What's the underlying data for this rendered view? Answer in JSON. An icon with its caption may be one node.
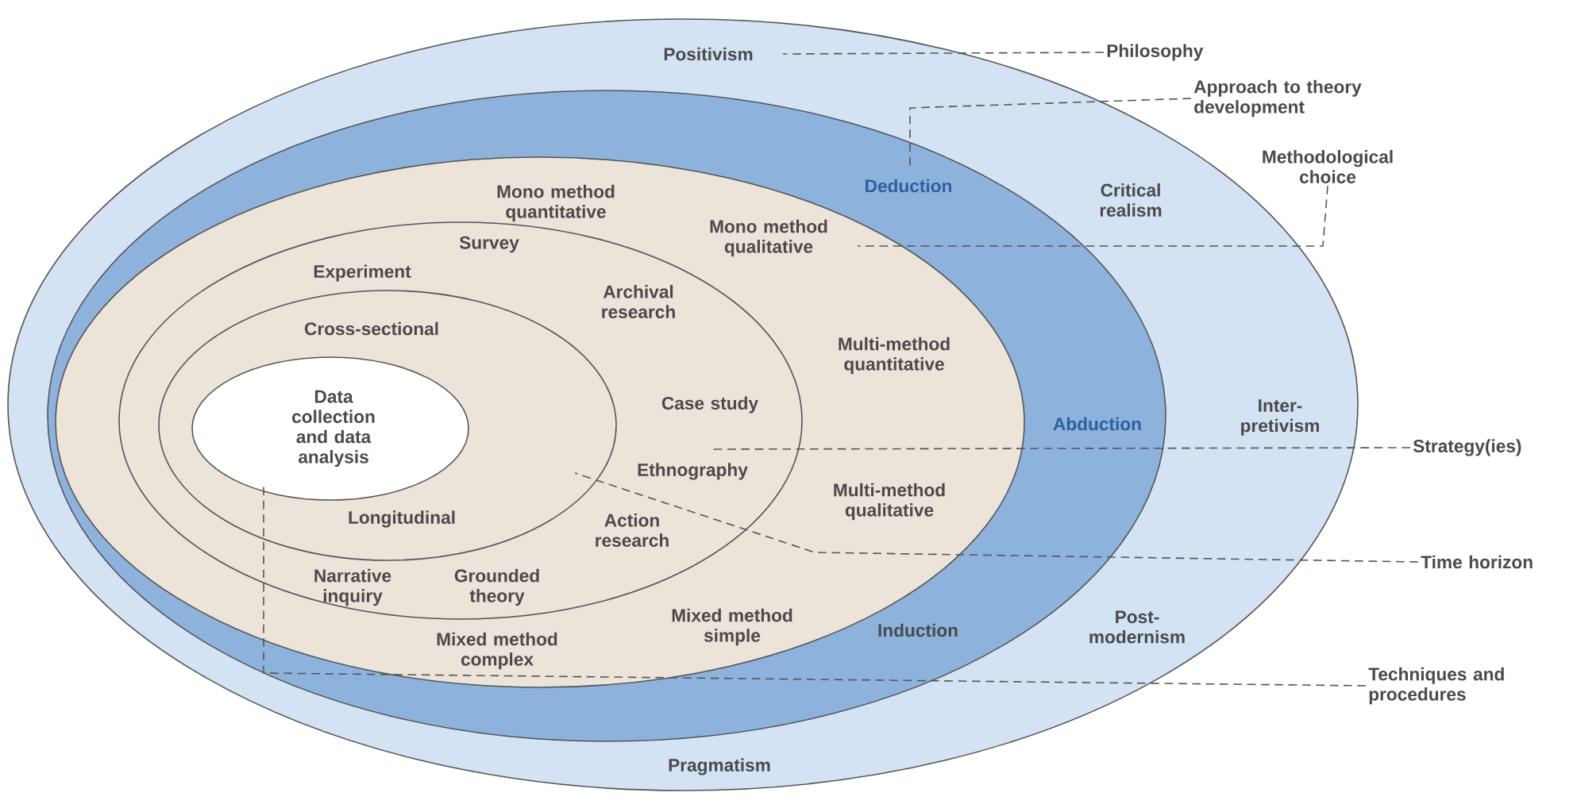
{
  "diagram": {
    "nodes": [
      {
        "text": [
          "Positivism",
          "Critical realism",
          "Inter- pretivism",
          "Post- modernism",
          "Pragmatism"
        ]
      },
      {
        "text": [
          "Deduction",
          "Abduction",
          "Induction"
        ],
        "in": 0
      },
      {
        "text": [
          "Mono method quantitative",
          "Mono method qualitative",
          "Multi-method quantitative",
          "Multi-method qualitative",
          "Mixed method simple",
          "Mixed method complex"
        ],
        "in": 1
      },
      {
        "text": [
          "Survey",
          "Experiment",
          "Archival research",
          "Case study",
          "Ethnography",
          "Action research",
          "Narrative inquiry",
          "Grounded theory"
        ],
        "in": 2
      },
      {
        "text": [
          "Cross-sectional",
          "Longitudinal"
        ],
        "in": 3
      },
      {
        "text": [
          "Data collection and data analysis"
        ],
        "in": 4
      },
      {
        "text": [
          "Philosophy"
        ]
      },
      {
        "text": [
          "Approach to theory development"
        ]
      },
      {
        "text": [
          "Methodological choice"
        ]
      },
      {
        "text": [
          "Strategy(ies)"
        ]
      },
      {
        "text": [
          "Time horizon"
        ]
      },
      {
        "text": [
          "Techniques and procedures"
        ]
      }
    ],
    "edges": [
      {
        "from": 6,
        "to": 0,
        "arrow": "none",
        "style": "dashed"
      },
      {
        "from": 7,
        "to": 1,
        "arrow": "none",
        "style": "dashed"
      },
      {
        "from": 8,
        "to": 2,
        "arrow": "none",
        "style": "dashed"
      },
      {
        "from": 9,
        "to": 3,
        "arrow": "none",
        "style": "dashed"
      },
      {
        "from": 10,
        "to": 4,
        "arrow": "none",
        "style": "dashed"
      },
      {
        "from": 11,
        "to": 5,
        "arrow": "none",
        "style": "dashed"
      }
    ]
  }
}
